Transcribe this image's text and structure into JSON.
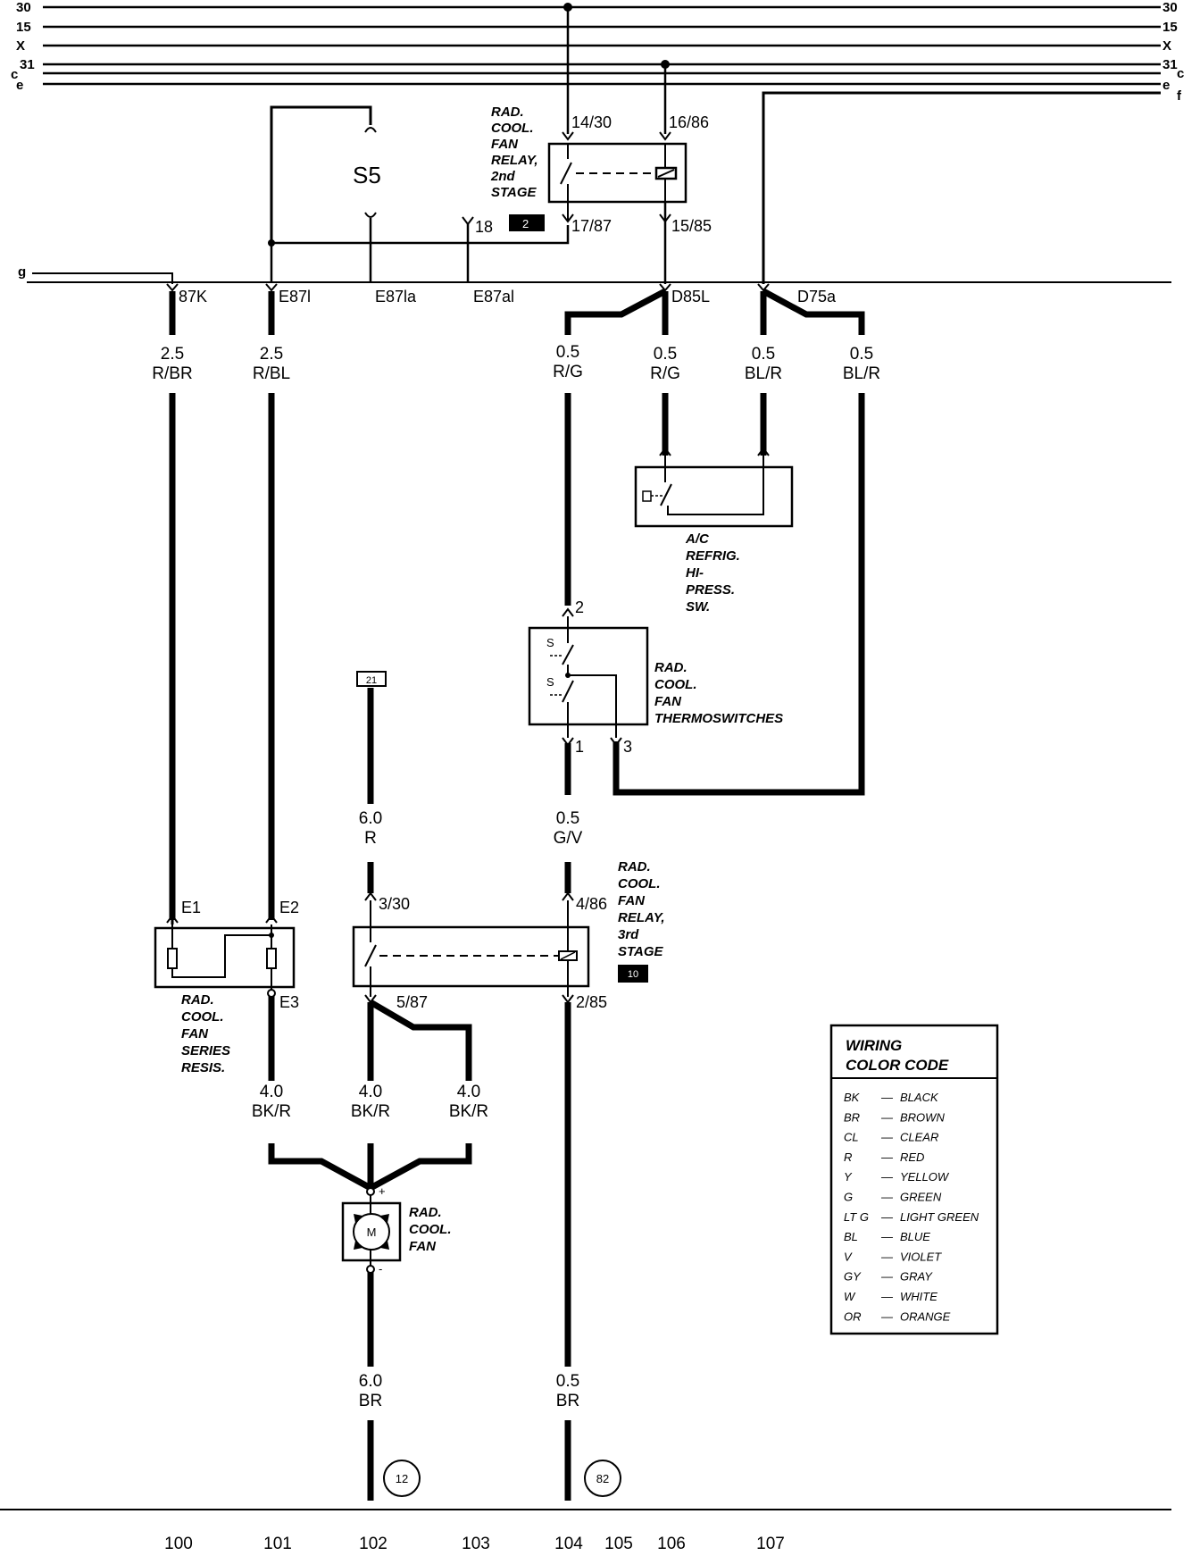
{
  "bus_lines": {
    "left_labels": [
      "30",
      "15",
      "X",
      "31",
      "c",
      "e"
    ],
    "right_labels": [
      "30",
      "15",
      "X",
      "31",
      "c",
      "e",
      "f"
    ],
    "g_label": "g"
  },
  "components": {
    "s5": {
      "label": "S5"
    },
    "relay2": {
      "label_lines": [
        "RAD.",
        "COOL.",
        "FAN",
        "RELAY,",
        "2nd",
        "STAGE"
      ],
      "badge": "2",
      "terminals": {
        "t1": "14/30",
        "t2": "16/86",
        "t3": "17/87",
        "t4": "15/85"
      }
    },
    "t18": "18",
    "ac_switch": {
      "label_lines": [
        "A/C",
        "REFRIG.",
        "HI-",
        "PRESS.",
        "SW."
      ]
    },
    "thermoswitches": {
      "label_lines": [
        "RAD.",
        "COOL.",
        "FAN",
        "THERMOSWITCHES"
      ],
      "terminals": {
        "t2": "2",
        "t1": "1",
        "t3": "3"
      },
      "s_marks": [
        "S",
        "S"
      ]
    },
    "resistor": {
      "label_lines": [
        "RAD.",
        "COOL.",
        "FAN",
        "SERIES",
        "RESIS."
      ],
      "terminals": {
        "e1": "E1",
        "e2": "E2",
        "e3": "E3"
      }
    },
    "relay3": {
      "label_lines": [
        "RAD.",
        "COOL.",
        "FAN",
        "RELAY,",
        "3rd",
        "STAGE"
      ],
      "badge": "10",
      "terminals": {
        "t1": "3/30",
        "t2": "4/86",
        "t3": "5/87",
        "t4": "2/85"
      }
    },
    "fan": {
      "label_lines": [
        "RAD.",
        "COOL.",
        "FAN"
      ],
      "plus": "+",
      "minus": "-",
      "motor": "M"
    },
    "ref21": "21"
  },
  "connectors": [
    "87K",
    "E87l",
    "E87la",
    "E87al",
    "D85L",
    "D75a"
  ],
  "wires": {
    "w_87k": [
      "2.5",
      "R/BR"
    ],
    "w_e87l": [
      "2.5",
      "R/BL"
    ],
    "w_rg1": [
      "0.5",
      "R/G"
    ],
    "w_rg2": [
      "0.5",
      "R/G"
    ],
    "w_blr1": [
      "0.5",
      "BL/R"
    ],
    "w_blr2": [
      "0.5",
      "BL/R"
    ],
    "w_60r": [
      "6.0",
      "R"
    ],
    "w_gv": [
      "0.5",
      "G/V"
    ],
    "w_bkr1": [
      "4.0",
      "BK/R"
    ],
    "w_bkr2": [
      "4.0",
      "BK/R"
    ],
    "w_bkr3": [
      "4.0",
      "BK/R"
    ],
    "w_60br": [
      "6.0",
      "BR"
    ],
    "w_05br": [
      "0.5",
      "BR"
    ]
  },
  "grounds": [
    "12",
    "82"
  ],
  "columns": [
    "100",
    "101",
    "102",
    "103",
    "104",
    "105",
    "106",
    "107"
  ],
  "legend": {
    "title_lines": [
      "WIRING",
      "COLOR CODE"
    ],
    "rows": [
      [
        "BK",
        "BLACK"
      ],
      [
        "BR",
        "BROWN"
      ],
      [
        "CL",
        "CLEAR"
      ],
      [
        "R",
        "RED"
      ],
      [
        "Y",
        "YELLOW"
      ],
      [
        "G",
        "GREEN"
      ],
      [
        "LT G",
        "LIGHT GREEN"
      ],
      [
        "BL",
        "BLUE"
      ],
      [
        "V",
        "VIOLET"
      ],
      [
        "GY",
        "GRAY"
      ],
      [
        "W",
        "WHITE"
      ],
      [
        "OR",
        "ORANGE"
      ]
    ]
  }
}
